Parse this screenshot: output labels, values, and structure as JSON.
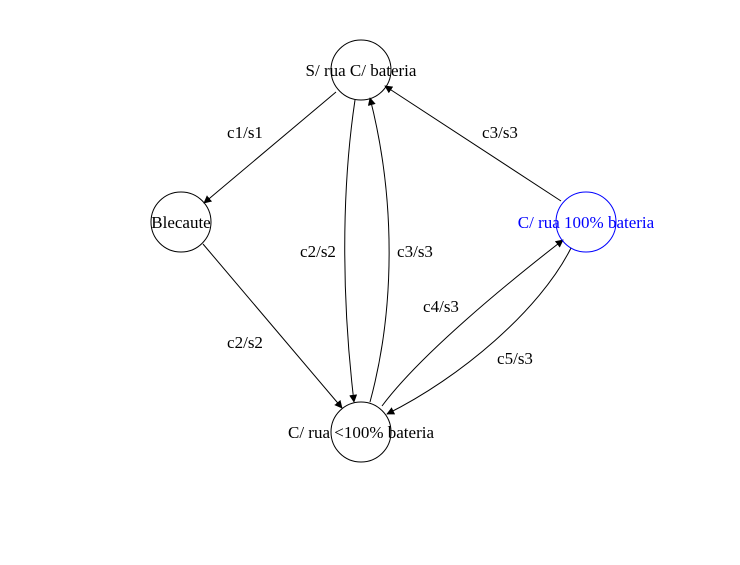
{
  "colors": {
    "default": "#000000",
    "highlight": "#0000ff",
    "background": "#ffffff"
  },
  "nodes": [
    {
      "id": "s_rua_c_bateria",
      "label": "S/ rua C/ bateria",
      "highlight": false
    },
    {
      "id": "blecaute",
      "label": "Blecaute",
      "highlight": false
    },
    {
      "id": "c_rua_100_bateria",
      "label": "C/ rua 100% bateria",
      "highlight": true
    },
    {
      "id": "c_rua_lt100_bateria",
      "label": "C/ rua <100% bateria",
      "highlight": false
    }
  ],
  "edges": [
    {
      "from": "s_rua_c_bateria",
      "to": "blecaute",
      "label": "c1/s1"
    },
    {
      "from": "blecaute",
      "to": "c_rua_lt100_bateria",
      "label": "c2/s2"
    },
    {
      "from": "s_rua_c_bateria",
      "to": "c_rua_lt100_bateria",
      "label": "c2/s2"
    },
    {
      "from": "c_rua_lt100_bateria",
      "to": "s_rua_c_bateria",
      "label": "c3/s3"
    },
    {
      "from": "c_rua_100_bateria",
      "to": "s_rua_c_bateria",
      "label": "c3/s3"
    },
    {
      "from": "c_rua_lt100_bateria",
      "to": "c_rua_100_bateria",
      "label": "c4/s3"
    },
    {
      "from": "c_rua_100_bateria",
      "to": "c_rua_lt100_bateria",
      "label": "c5/s3"
    }
  ]
}
